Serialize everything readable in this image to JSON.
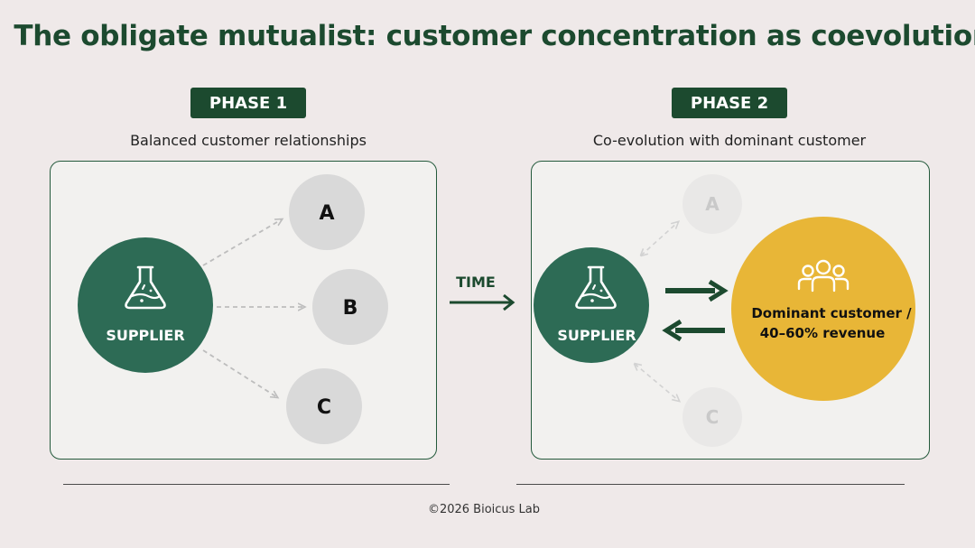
{
  "title": "The obligate mutualist: customer concentration as coevolution",
  "phase1": {
    "badge": "PHASE 1",
    "subtitle": "Balanced customer relationships",
    "supplier_label": "SUPPLIER",
    "customers": [
      "A",
      "B",
      "C"
    ]
  },
  "transition_label": "TIME",
  "phase2": {
    "badge": "PHASE 2",
    "subtitle": "Co-evolution with dominant customer",
    "supplier_label": "SUPPLIER",
    "faded_customers": [
      "A",
      "C"
    ],
    "dominant_line1": "Dominant customer /",
    "dominant_line2": "40–60% revenue"
  },
  "copyright": "©2026 Bioicus Lab",
  "colors": {
    "dark_green": "#1c4a2f",
    "supplier_green": "#2d6b55",
    "dominant_yellow": "#e8b637",
    "node_gray": "#d9d9d9",
    "faded_gray": "#e9e8e7",
    "background": "#efe9e9"
  },
  "icons": {
    "supplier": "flask-icon",
    "dominant_customer": "users-group-icon"
  }
}
